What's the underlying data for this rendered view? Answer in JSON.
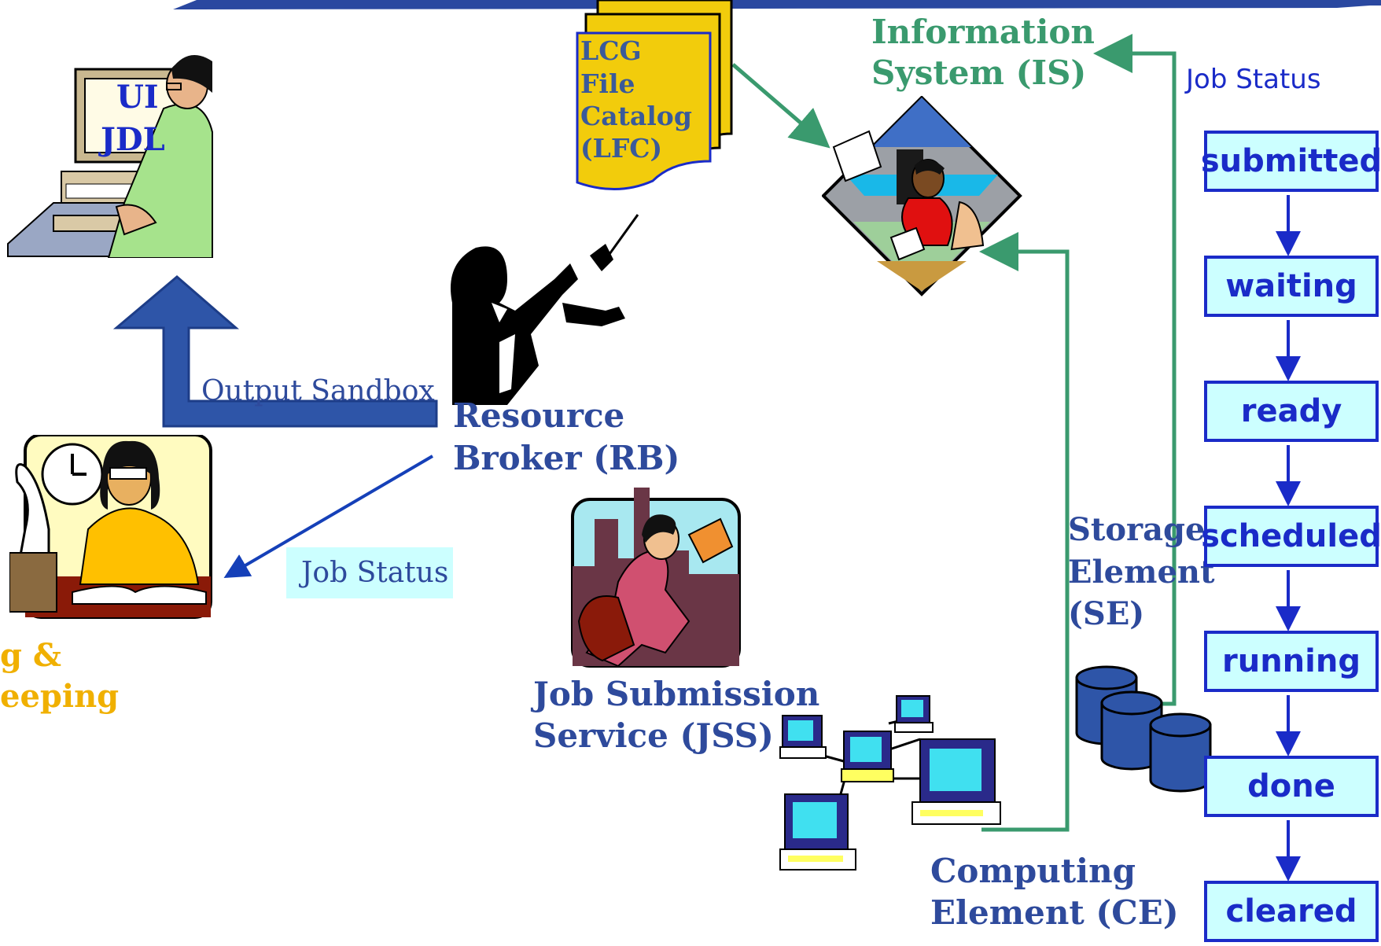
{
  "ui_label": {
    "line1": "UI",
    "line2": "JDL"
  },
  "lfc_label": {
    "line1": "LCG",
    "line2": "File",
    "line3": "Catalog",
    "line4": "(LFC)"
  },
  "is_label": {
    "line1": "Information",
    "line2": "System (IS)"
  },
  "job_status_top": "Job Status",
  "output_sandbox": "Output Sandbox",
  "rb_label": {
    "line1": "Resource",
    "line2": "Broker (RB)"
  },
  "job_status_lb": "Job Status",
  "lb_label": {
    "line1": "g &",
    "line2": "eeping"
  },
  "jss_label": {
    "line1": "Job Submission",
    "line2": "Service (JSS)"
  },
  "se_label": {
    "line1": "Storage",
    "line2": "Element",
    "line3": "(SE)"
  },
  "ce_label": {
    "line1": "Computing",
    "line2": "Element (CE)"
  },
  "job_states": [
    "submitted",
    "waiting",
    "ready",
    "scheduled",
    "running",
    "done",
    "cleared"
  ],
  "colors": {
    "rb_blue": "#2e4a9c",
    "is_green": "#3a9a6e",
    "state_blue": "#1a2bc8",
    "state_fill": "#ccffff",
    "lfc_yellow": "#f2cc0c",
    "lb_orange": "#f0b000",
    "header_blue": "#2a48a0"
  },
  "icons": [
    "user-at-computer-icon",
    "lfc-documents-icon",
    "conductor-icon",
    "clerk-desk-icon",
    "librarian-icon",
    "courier-icon",
    "networked-computers-icon",
    "storage-disks-icon"
  ]
}
